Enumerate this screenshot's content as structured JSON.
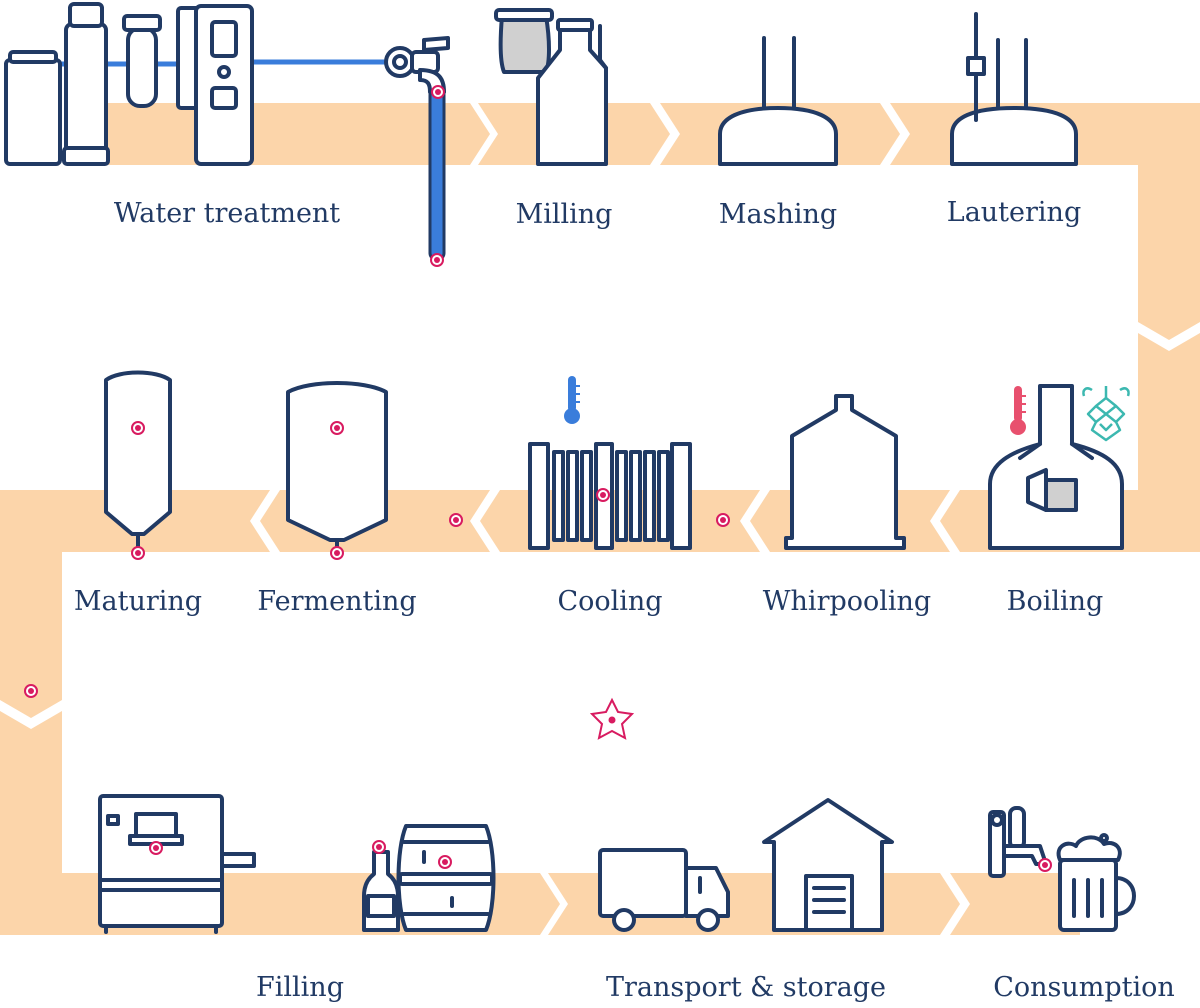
{
  "steps": {
    "water_treatment": "Water treatment",
    "milling": "Milling",
    "mashing": "Mashing",
    "lautering": "Lautering",
    "boiling": "Boiling",
    "whirpooling": "Whirpooling",
    "cooling": "Cooling",
    "fermenting": "Fermenting",
    "maturing": "Maturing",
    "filling": "Filling",
    "transport_storage": "Transport & storage",
    "consumption": "Consumption"
  },
  "colors": {
    "path": "#fcd5aa",
    "icon_stroke": "#213a64",
    "marker": "#d81b60",
    "water": "#3a7ddb",
    "hops": "#3cb8b0",
    "thermometer_hot": "#e8506e",
    "thermometer_cold": "#3a7ddb"
  },
  "icons": [
    "water-filter-icon",
    "tap-icon",
    "grain-sack-icon",
    "mill-icon",
    "mash-tun-icon",
    "lauter-tun-icon",
    "kettle-icon",
    "thermometer-icon",
    "hops-icon",
    "whirlpool-icon",
    "cooler-icon",
    "fermenter-icon",
    "maturing-tank-icon",
    "filling-machine-icon",
    "bottle-icon",
    "keg-icon",
    "truck-icon",
    "warehouse-icon",
    "beer-tap-icon",
    "beer-mug-icon",
    "star-icon"
  ]
}
